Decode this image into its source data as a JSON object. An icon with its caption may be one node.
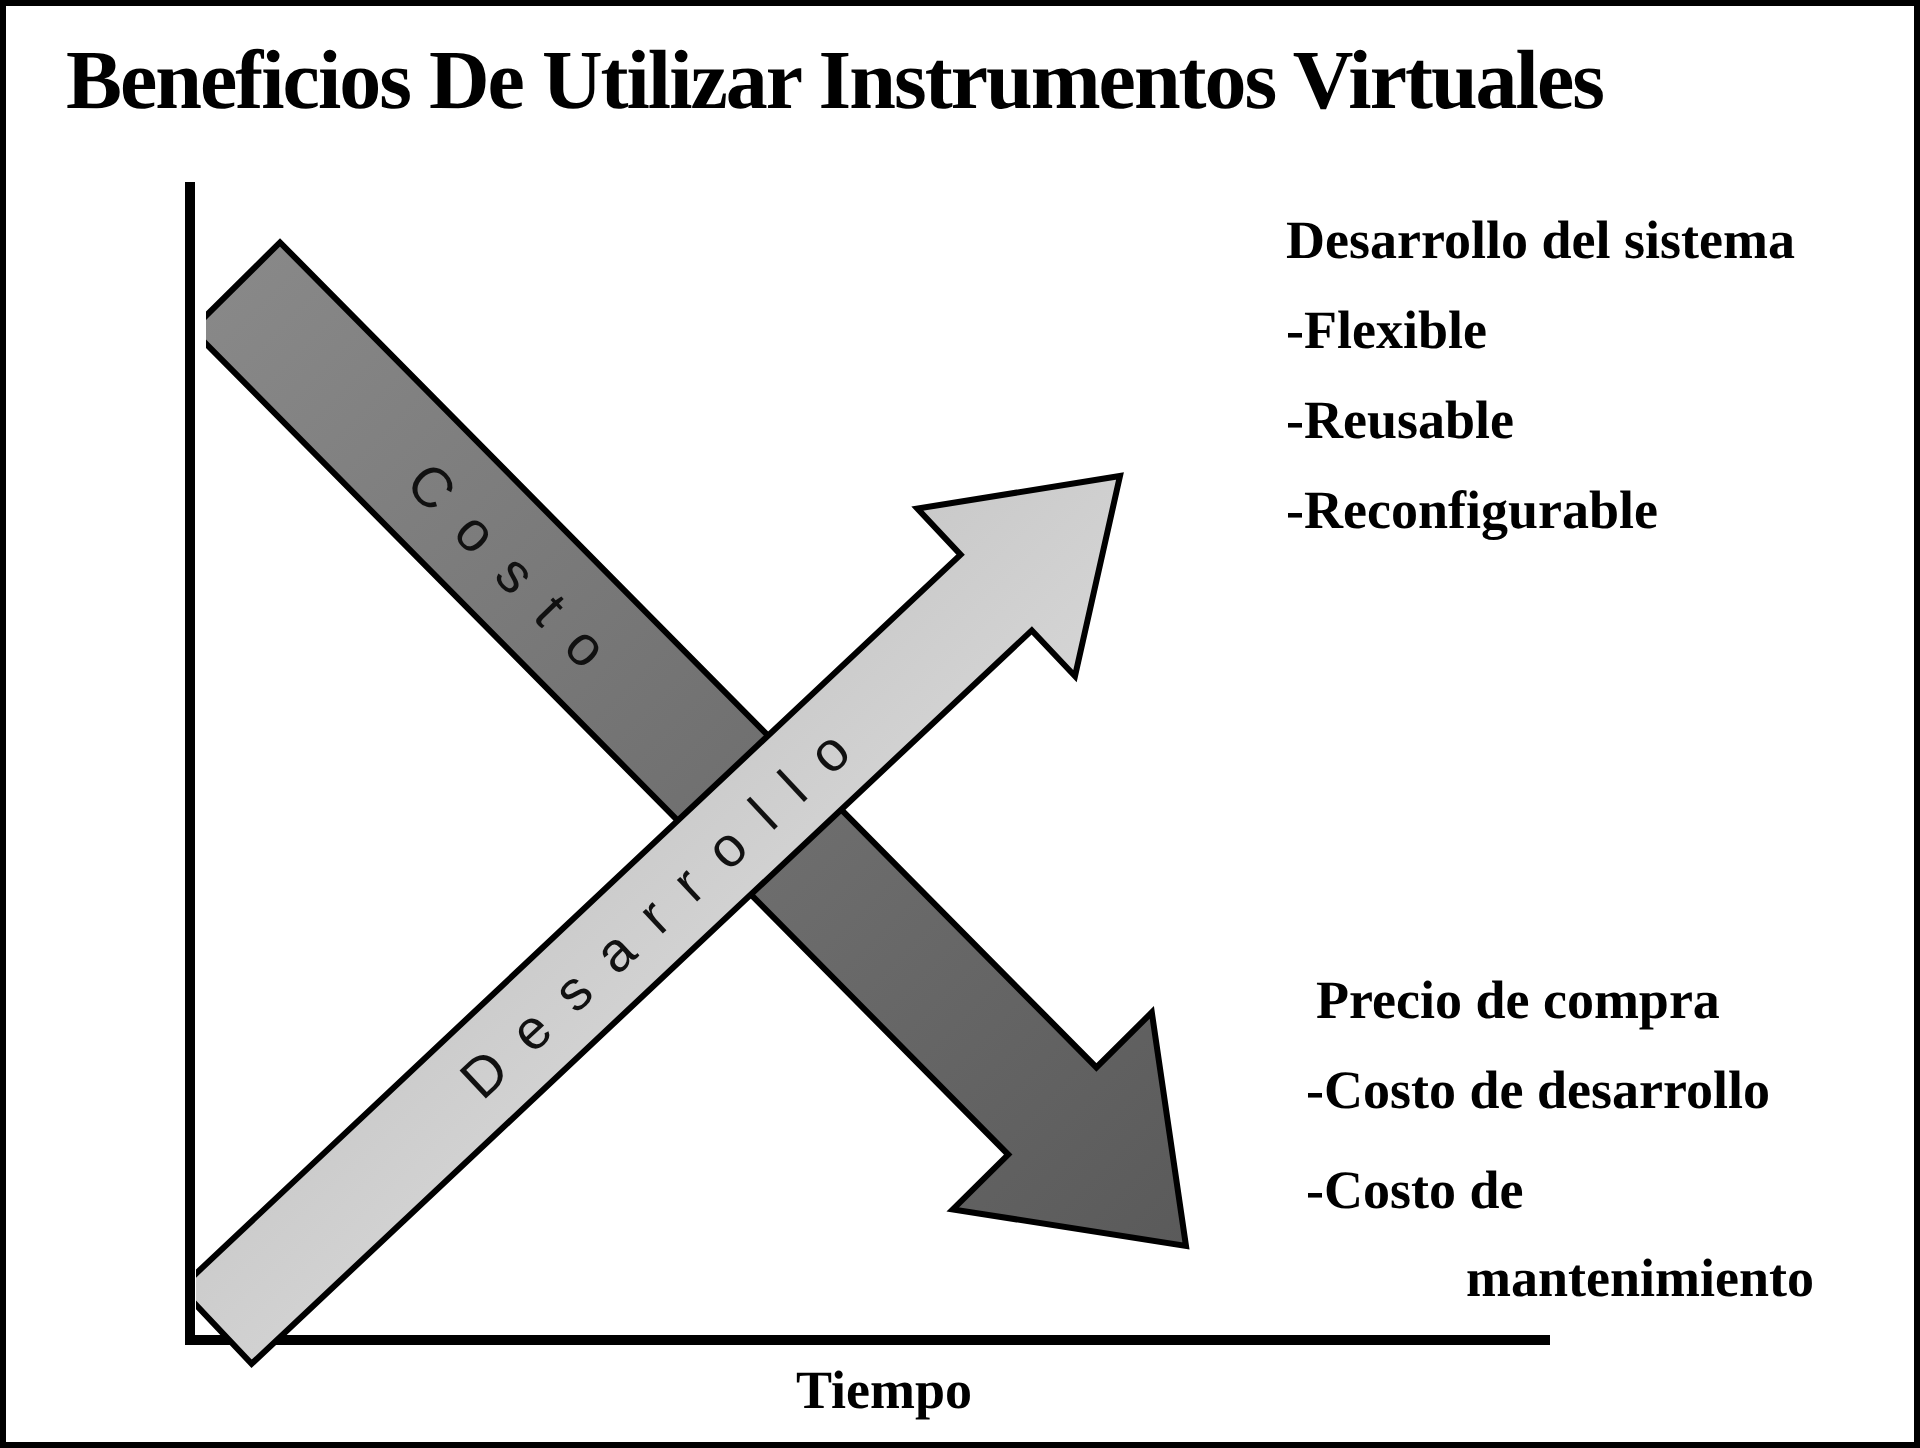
{
  "diagram": {
    "title": "Beneficios De Utilizar Instrumentos Virtuales",
    "nodes": [
      {
        "text": [
          "Costo"
        ]
      },
      {
        "text": [
          "Desarrollo"
        ]
      }
    ],
    "labels": [
      "Desarrollo del sistema",
      "-Flexible",
      "-Reusable",
      "-Reconfigurable",
      "Precio de compra",
      "-Costo de desarrollo",
      "-Costo de mantenimiento",
      "Tiempo"
    ]
  }
}
